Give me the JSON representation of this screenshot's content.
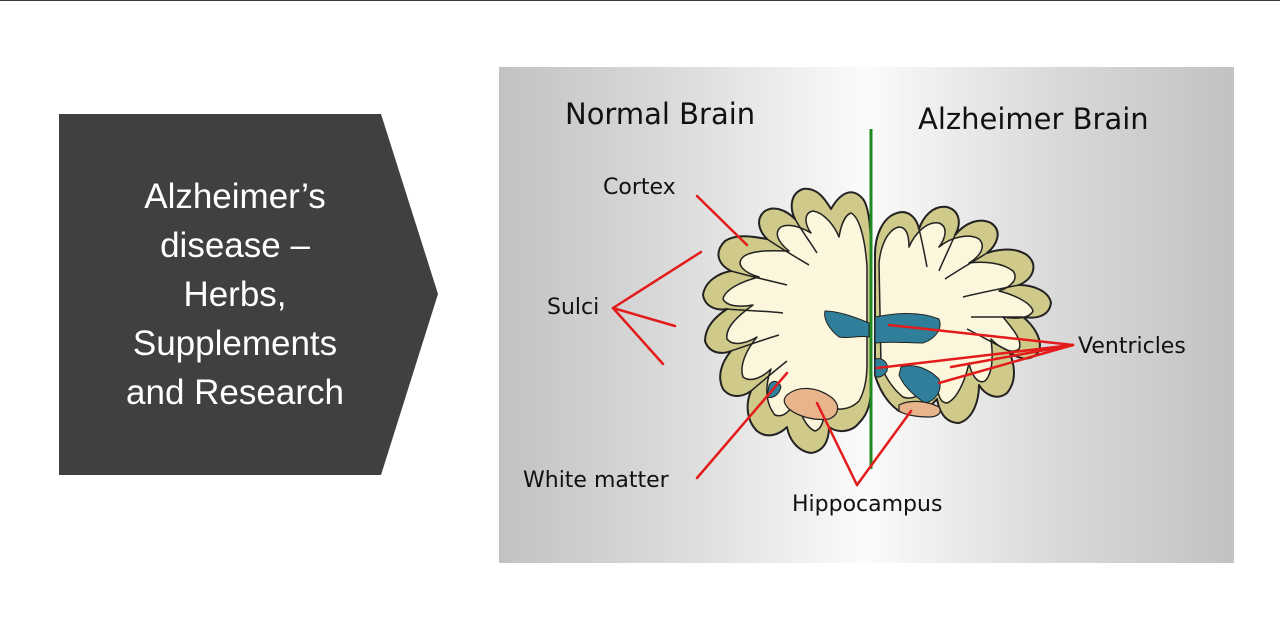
{
  "slide": {
    "title_lines": [
      "Alzheimer’s",
      "disease –",
      "Herbs,",
      "Supplements",
      "and Research"
    ]
  },
  "diagram": {
    "normal_heading": "Normal Brain",
    "alzheimer_heading": "Alzheimer Brain",
    "labels": {
      "cortex": "Cortex",
      "sulci": "Sulci",
      "ventricles": "Ventricles",
      "white_matter": "White matter",
      "hippocampus": "Hippocampus"
    },
    "colors": {
      "cortex_fill": "#cfc98a",
      "white_matter_fill": "#fbf6dc",
      "ventricle_fill": "#2f7f9a",
      "hippocampus_fill": "#e7b48c",
      "pointer_lines": "#e31b1b",
      "divider_line": "#1f8a1f",
      "chevron_fill": "#404040"
    }
  }
}
